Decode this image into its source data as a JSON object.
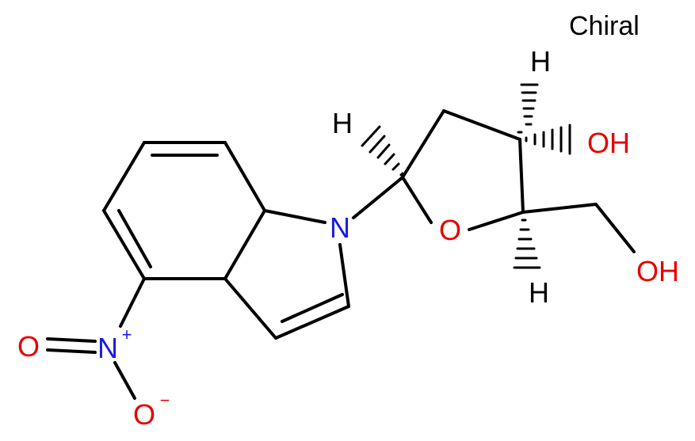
{
  "chiral_label": "Chiral",
  "atoms": {
    "n_indole": "N",
    "o_ring": "O",
    "oh_3": "OH",
    "oh_5": "OH",
    "n_nitro": "N",
    "n_nitro_charge": "+",
    "o_nitro_a": "O",
    "o_nitro_b": "O",
    "o_nitro_b_charge": "−",
    "h_c1": "H",
    "h_c3": "H",
    "h_c4": "H"
  },
  "colors": {
    "bond": "#000000",
    "nitrogen": "#1a1ae6",
    "oxygen": "#e60000",
    "hydrogen": "#000000"
  }
}
